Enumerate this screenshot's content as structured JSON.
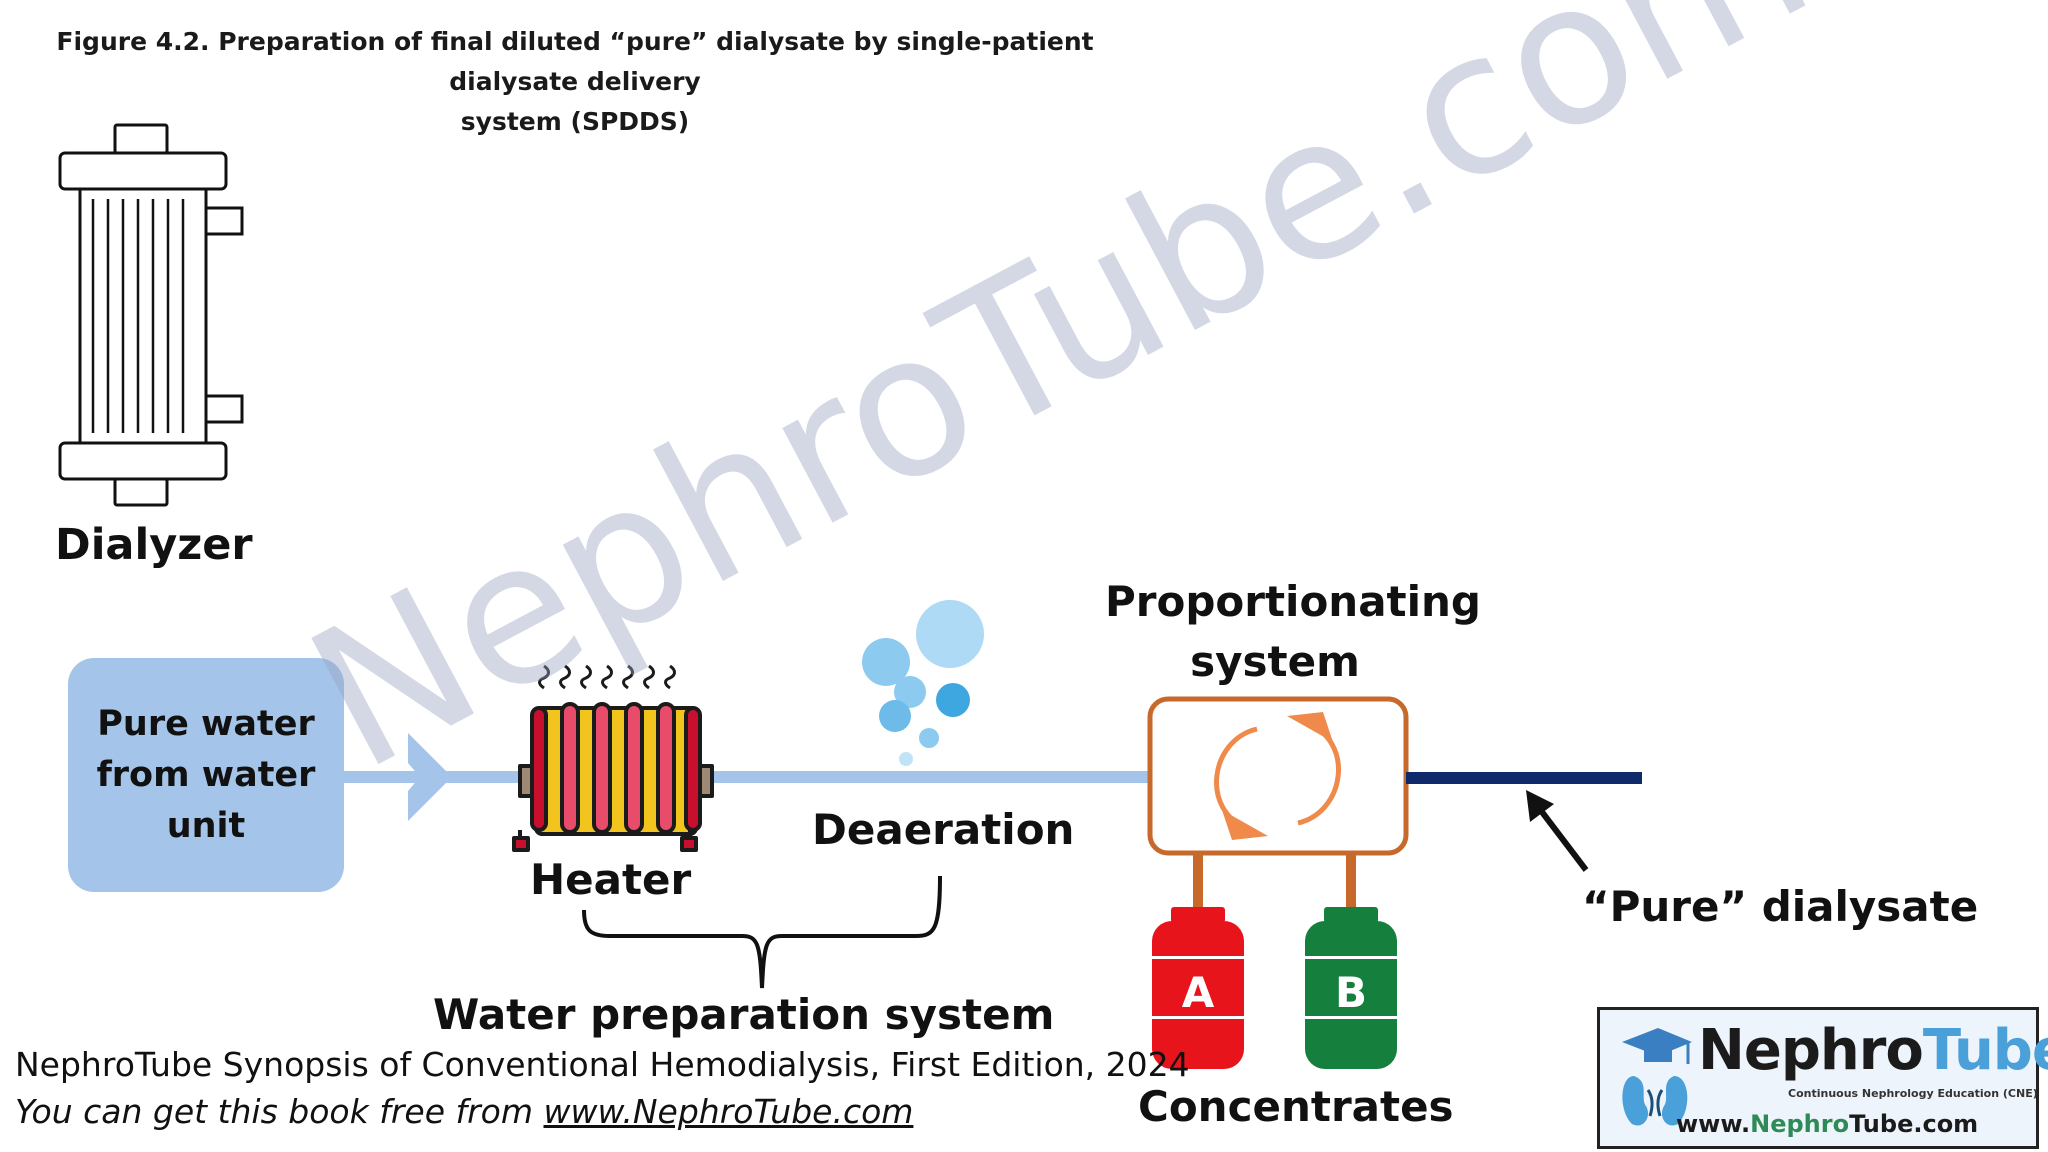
{
  "figure": {
    "title_line1": "Figure 4.2. Preparation of final diluted “pure” dialysate by single-patient dialysate delivery",
    "title_line2": "system (SPDDS)"
  },
  "labels": {
    "dialyzer": "Dialyzer",
    "source_line1": "Pure water",
    "source_line2": "from water",
    "source_line3": "unit",
    "heater": "Heater",
    "deaeration": "Deaeration",
    "water_prep": "Water preparation system",
    "proportioning_line1": "Proportionating",
    "proportioning_line2": "system",
    "concentrates": "Concentrates",
    "tank_a": "A",
    "tank_b": "B",
    "pure_dialysate": "“Pure” dialysate"
  },
  "credit": {
    "line1": "NephroTube Synopsis of Conventional Hemodialysis, First Edition, 2024",
    "line2_prefix": "You can get this book free from ",
    "line2_link": "www.NephroTube.com"
  },
  "logo": {
    "name_part1": "Nephro",
    "name_part2": "Tube",
    "tagline": "Continuous Nephrology Education (CNE)",
    "url_part1": "www.",
    "url_part2": "Nephro",
    "url_part3": "Tube",
    "url_part4": ".com"
  },
  "watermark": "NephroTube.com",
  "colors": {
    "pipe_light": "#a4c5e9",
    "pipe_dark": "#0f2a6b",
    "tank_a": "#e8141c",
    "tank_b": "#15803d",
    "proportioning_border": "#c8692c",
    "arrows": "#f08a4b",
    "bubbles": "#5bb3e8"
  },
  "icons": [
    "dialyzer-icon",
    "heater-icon",
    "bubbles-icon",
    "recycle-arrows-icon",
    "logo-icon"
  ]
}
